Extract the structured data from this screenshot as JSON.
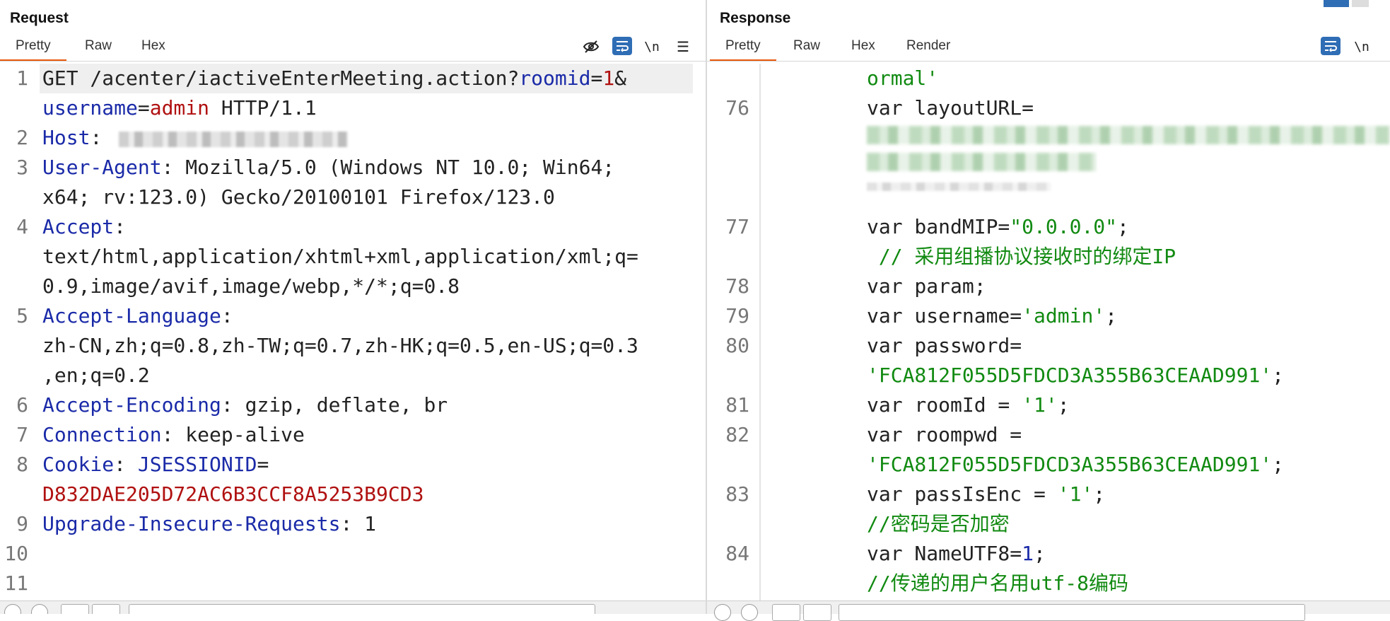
{
  "request": {
    "title": "Request",
    "tabs": [
      "Pretty",
      "Raw",
      "Hex"
    ],
    "tools": {
      "hide": "eye-off-icon",
      "wrap": "wrap-icon",
      "newline": "\\n",
      "menu": "☰"
    },
    "lines": [
      {
        "num": "1"
      },
      {
        "num": "2"
      },
      {
        "num": "3"
      },
      {
        "num": "4"
      },
      {
        "num": "5"
      },
      {
        "num": "6"
      },
      {
        "num": "7"
      },
      {
        "num": "8"
      },
      {
        "num": "9"
      },
      {
        "num": "10"
      },
      {
        "num": "11"
      }
    ],
    "text": {
      "l1a": "GET /acenter/iactiveEnterMeeting.action?",
      "l1b": "roomid",
      "l1c": "=",
      "l1d": "1",
      "l1e": "&",
      "l1f": "username",
      "l1g": "=",
      "l1h": "admin",
      "l1i": " HTTP/1.1",
      "host_key": "Host",
      "ua_key": "User-Agent",
      "ua_val1": " Mozilla/5.0 (Windows NT 10.0; Win64;",
      "ua_val2": "x64; rv:123.0) Gecko/20100101 Firefox/123.0",
      "accept_key": "Accept",
      "accept_val1": "text/html,application/xhtml+xml,application/xml;q=",
      "accept_val2": "0.9,image/avif,image/webp,*/*;q=0.8",
      "lang_key": "Accept-Language",
      "lang_val1": "zh-CN,zh;q=0.8,zh-TW;q=0.7,zh-HK;q=0.5,en-US;q=0.3",
      "lang_val2": ",en;q=0.2",
      "enc_key": "Accept-Encoding",
      "enc_val": " gzip, deflate, br",
      "conn_key": "Connection",
      "conn_val": " keep-alive",
      "cookie_key": "Cookie",
      "cookie_name": "JSESSIONID",
      "cookie_val": "D832DAE205D72AC6B3CCF8A5253B9CD3",
      "uir_key": "Upgrade-Insecure-Requests",
      "uir_val": " 1"
    }
  },
  "response": {
    "title": "Response",
    "tabs": [
      "Pretty",
      "Raw",
      "Hex",
      "Render"
    ],
    "tools": {
      "wrap": "wrap-icon",
      "newline": "\\n"
    },
    "text": {
      "ormal": "ormal'",
      "n76": "76",
      "layout": "var layoutURL=",
      "n77": "77",
      "band_a": "var bandMIP=",
      "band_b": "\"0.0.0.0\"",
      "band_c": ";",
      "band_cmt": " // 采用组播协议接收时的绑定IP",
      "n78": "78",
      "param": "var param;",
      "n79": "79",
      "user_a": "var username=",
      "user_b": "'admin'",
      "user_c": ";",
      "n80": "80",
      "pwd_a": "var password=",
      "pwd_b": "'FCA812F055D5FDCD3A355B63CEAAD991'",
      "pwd_c": ";",
      "n81": "81",
      "room_a": "var roomId = ",
      "room_b": "'1'",
      "room_c": ";",
      "n82": "82",
      "rpwd_a": "var roompwd =",
      "rpwd_b": "'FCA812F055D5FDCD3A355B63CEAAD991'",
      "rpwd_c": ";",
      "n83": "83",
      "enc_a": "var passIsEnc = ",
      "enc_b": "'1'",
      "enc_c": ";",
      "enc_cmt": "//密码是否加密",
      "n84": "84",
      "utf_a": "var NameUTF8=",
      "utf_b": "1",
      "utf_c": ";",
      "utf_cmt": "//传递的用户名用utf-8编码"
    }
  },
  "colors": {
    "accent": "#e8590c",
    "tool_blue": "#2f6db5",
    "key": "#1a2aa8",
    "value": "#b01010",
    "string": "#118a11"
  }
}
